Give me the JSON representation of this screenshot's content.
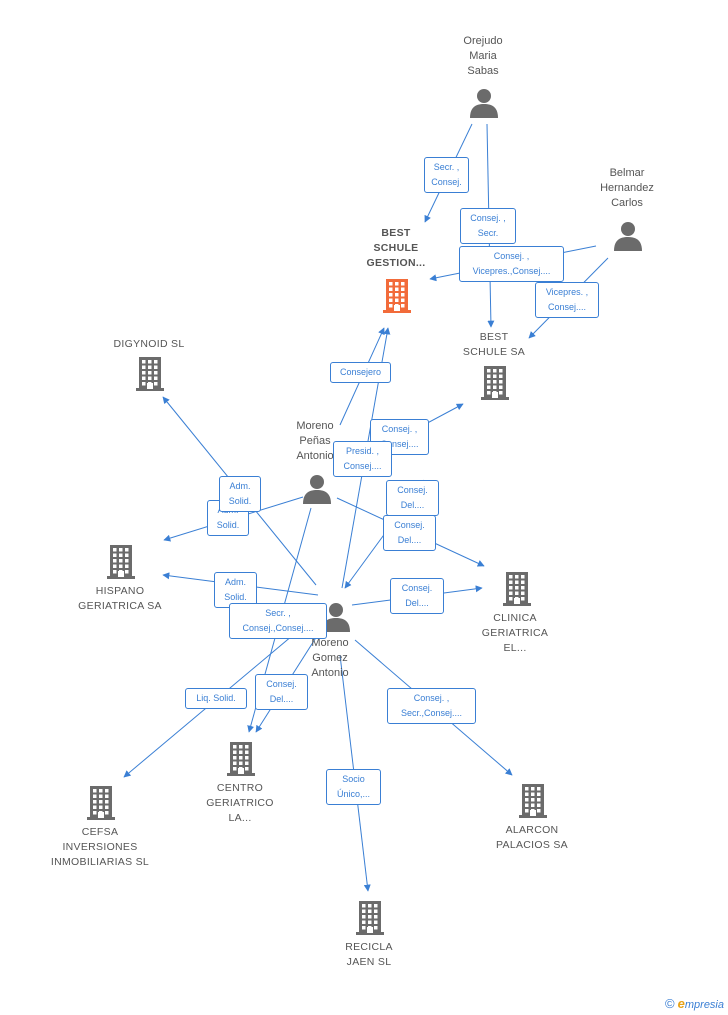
{
  "colors": {
    "edge": "#3a7fd4",
    "company_icon": "#6b6b6b",
    "highlight_icon": "#f26b3a",
    "person_icon": "#6b6b6b",
    "label_text": "#555555"
  },
  "nodes": [
    {
      "id": "orejudo",
      "kind": "person",
      "label": "Orejudo\nMaria\nSabas"
    },
    {
      "id": "belmar",
      "kind": "person",
      "label": "Belmar\nHernandez\nCarlos"
    },
    {
      "id": "best_gestion",
      "kind": "company",
      "highlight": true,
      "label": "BEST\nSCHULE\nGESTION..."
    },
    {
      "id": "best_sa",
      "kind": "company",
      "label": "BEST\nSCHULE SA"
    },
    {
      "id": "digynoid",
      "kind": "company",
      "label": "DIGYNOID SL"
    },
    {
      "id": "moreno_penas",
      "kind": "person",
      "label": "Moreno\nPeñas\nAntonio"
    },
    {
      "id": "moreno_gomez",
      "kind": "person",
      "label": "Moreno\nGomez\nAntonio"
    },
    {
      "id": "hispano",
      "kind": "company",
      "label": "HISPANO\nGERIATRICA SA"
    },
    {
      "id": "clinica",
      "kind": "company",
      "label": "CLINICA\nGERIATRICA\nEL..."
    },
    {
      "id": "centro",
      "kind": "company",
      "label": "CENTRO\nGERIATRICO\nLA..."
    },
    {
      "id": "cefsa",
      "kind": "company",
      "label": "CEFSA\nINVERSIONES\nINMOBILIARIAS SL"
    },
    {
      "id": "alarcon",
      "kind": "company",
      "label": "ALARCON\nPALACIOS SA"
    },
    {
      "id": "recicla",
      "kind": "company",
      "label": "RECICLA\nJAEN SL"
    }
  ],
  "edges": [
    {
      "id": "e1",
      "label": "Secr. ,\nConsej."
    },
    {
      "id": "e2",
      "label": "Consej. ,\nSecr."
    },
    {
      "id": "e3",
      "label": "Consej. ,\nVicepres.,Consej...."
    },
    {
      "id": "e4",
      "label": "Vicepres. ,\nConsej...."
    },
    {
      "id": "e5",
      "label": "Consejero"
    },
    {
      "id": "e6",
      "label": "Consej. ,\nConsej...."
    },
    {
      "id": "e7",
      "label": "Presid. ,\nConsej...."
    },
    {
      "id": "e8",
      "label": "Adm.\nSolid."
    },
    {
      "id": "e9",
      "label": "Adm.\nSolid."
    },
    {
      "id": "e10",
      "label": "Consej.\nDel...."
    },
    {
      "id": "e11",
      "label": "Consej.\nDel...."
    },
    {
      "id": "e12",
      "label": "Adm.\nSolid."
    },
    {
      "id": "e13",
      "label": "Secr. ,\nConsej.,Consej...."
    },
    {
      "id": "e14",
      "label": "Consej.\nDel...."
    },
    {
      "id": "e15",
      "label": "Liq.  Solid."
    },
    {
      "id": "e16",
      "label": "Consej.\nDel...."
    },
    {
      "id": "e17",
      "label": "Consej. ,\nSecr.,Consej...."
    },
    {
      "id": "e18",
      "label": "Socio\nÚnico,..."
    }
  ],
  "footer": {
    "copyright": "©",
    "brand_initial": "e",
    "brand_rest": "mpresia"
  }
}
